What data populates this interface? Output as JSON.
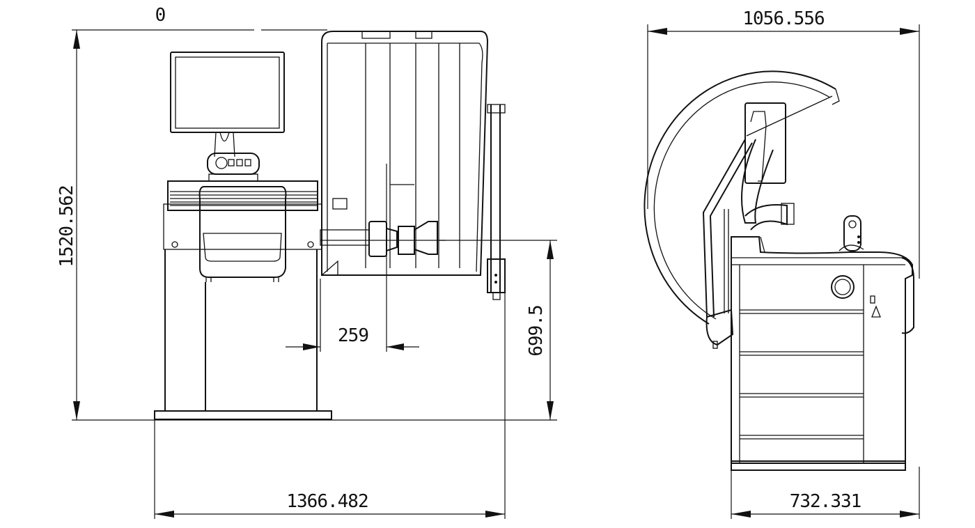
{
  "front_view": {
    "origin_label": "0",
    "height_dim": "1520.562",
    "shaft_height_dim": "699.5",
    "offset_dim": "259",
    "width_dim": "1366.482"
  },
  "side_view": {
    "hood_width_dim": "1056.556",
    "depth_dim": "732.331"
  }
}
